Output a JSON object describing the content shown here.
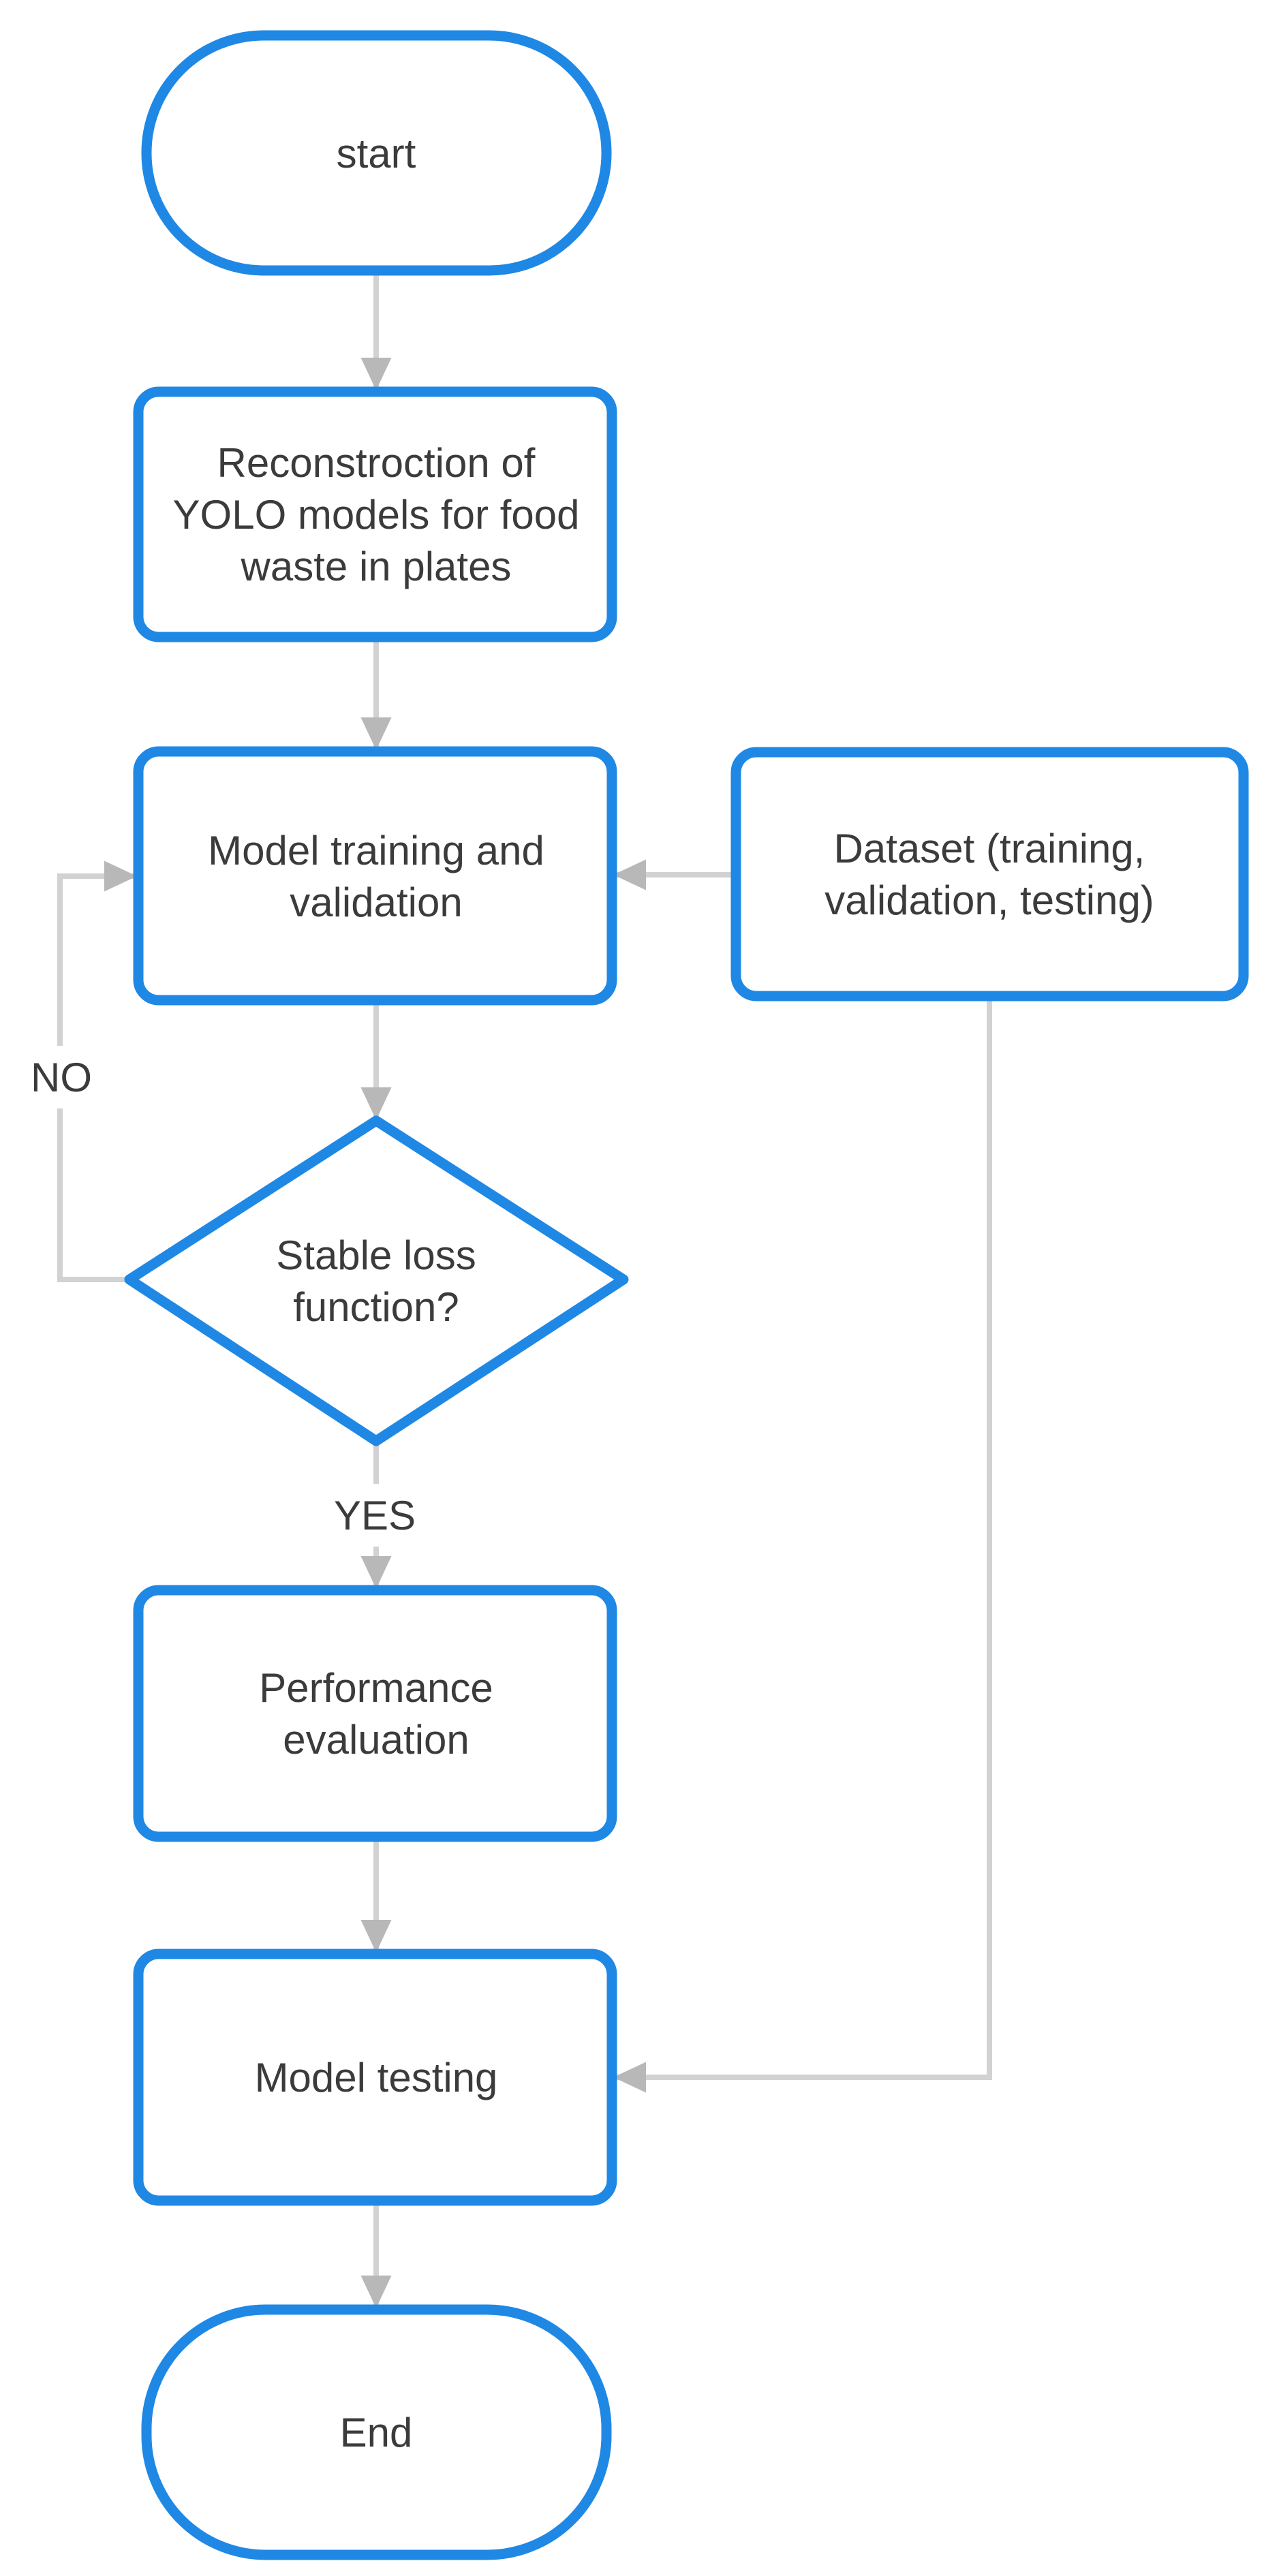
{
  "diagram": {
    "type": "flowchart",
    "background": "#ffffff",
    "colors": {
      "node_border": "#1f88e5",
      "node_fill": "#ffffff",
      "connector": "#d2d2d2",
      "arrowhead": "#b8b8b8",
      "text": "#3b3b3b"
    },
    "nodes": {
      "start": {
        "shape": "terminator",
        "text": "start",
        "lines": [
          "start"
        ]
      },
      "reconstruction": {
        "shape": "process",
        "text": "Reconstroction of YOLO models for food waste in plates",
        "lines": [
          "Reconstroction of",
          "YOLO models for food",
          "waste in plates"
        ]
      },
      "training": {
        "shape": "process",
        "text": "Model training and validation",
        "lines": [
          "Model training and",
          "validation"
        ]
      },
      "dataset": {
        "shape": "process",
        "text": "Dataset (training, validation, testing)",
        "lines": [
          "Dataset (training,",
          "validation, testing)"
        ]
      },
      "decision": {
        "shape": "decision",
        "text": "Stable loss function?",
        "lines": [
          "Stable loss",
          "function?"
        ]
      },
      "evaluation": {
        "shape": "process",
        "text": "Performance evaluation",
        "lines": [
          "Performance",
          "evaluation"
        ]
      },
      "testing": {
        "shape": "process",
        "text": "Model testing",
        "lines": [
          "Model testing"
        ]
      },
      "end": {
        "shape": "terminator",
        "text": "End",
        "lines": [
          "End"
        ]
      }
    },
    "labels": {
      "no": "NO",
      "yes": "YES"
    },
    "edges": [
      {
        "from": "start",
        "to": "reconstruction",
        "label": ""
      },
      {
        "from": "reconstruction",
        "to": "training",
        "label": ""
      },
      {
        "from": "dataset",
        "to": "training",
        "label": ""
      },
      {
        "from": "training",
        "to": "decision",
        "label": ""
      },
      {
        "from": "decision",
        "to": "training",
        "label": "NO"
      },
      {
        "from": "decision",
        "to": "evaluation",
        "label": "YES"
      },
      {
        "from": "evaluation",
        "to": "testing",
        "label": ""
      },
      {
        "from": "dataset",
        "to": "testing",
        "label": ""
      },
      {
        "from": "testing",
        "to": "end",
        "label": ""
      }
    ]
  }
}
